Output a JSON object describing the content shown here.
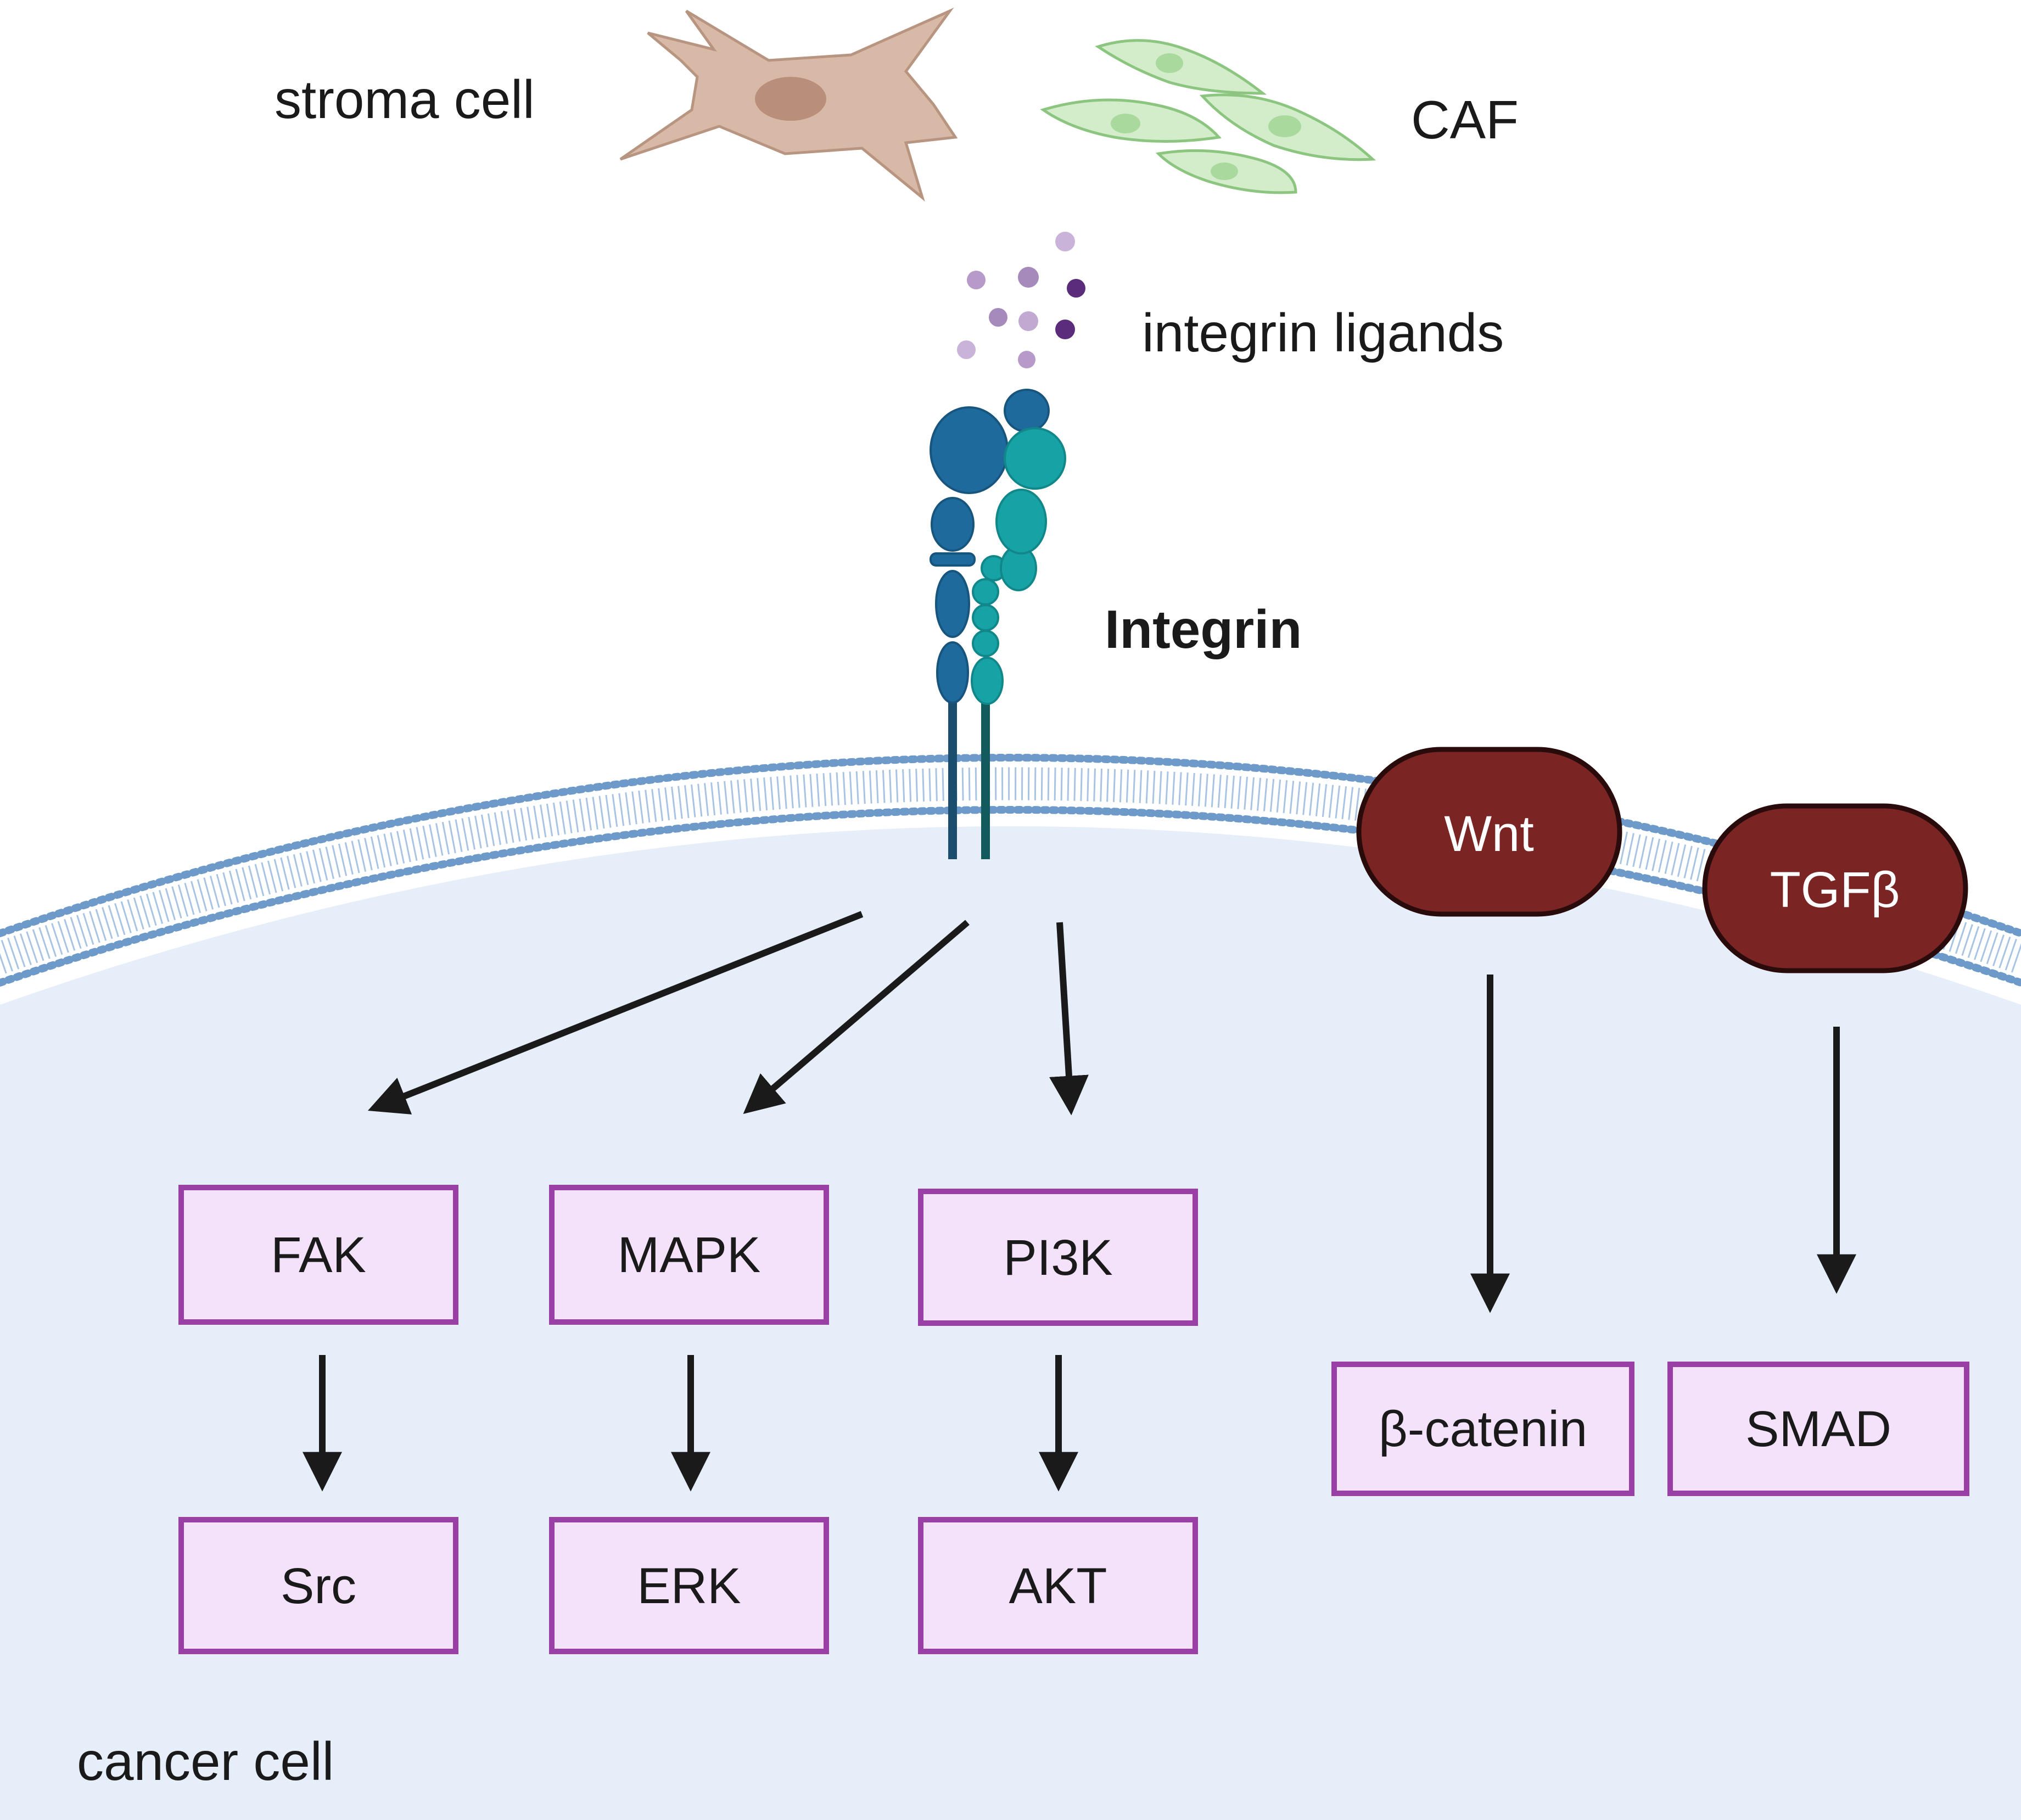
{
  "labels": {
    "stroma_cell": "stroma cell",
    "caf": "CAF",
    "integrin_ligands": "integrin ligands",
    "integrin": "Integrin",
    "cancer_cell": "cancer cell"
  },
  "receptors": {
    "wnt": "Wnt",
    "tgfb": "TGFβ"
  },
  "pathways": {
    "fak": "FAK",
    "src": "Src",
    "mapk": "MAPK",
    "erk": "ERK",
    "pi3k": "PI3K",
    "akt": "AKT",
    "beta_catenin": "β-catenin",
    "smad": "SMAD"
  },
  "colors": {
    "cell_fill": "#e6eef9",
    "membrane": "#6e9ac9",
    "box_fill": "#f3e2f9",
    "box_border": "#9a3fa6",
    "receptor_fill": "#7b2424",
    "stroma_fill": "#d8b9a8",
    "caf_fill": "#cfeac7",
    "integrin_alpha": "#1e6a9c",
    "integrin_beta": "#17a2a6",
    "ligand": "#b79ac9"
  }
}
